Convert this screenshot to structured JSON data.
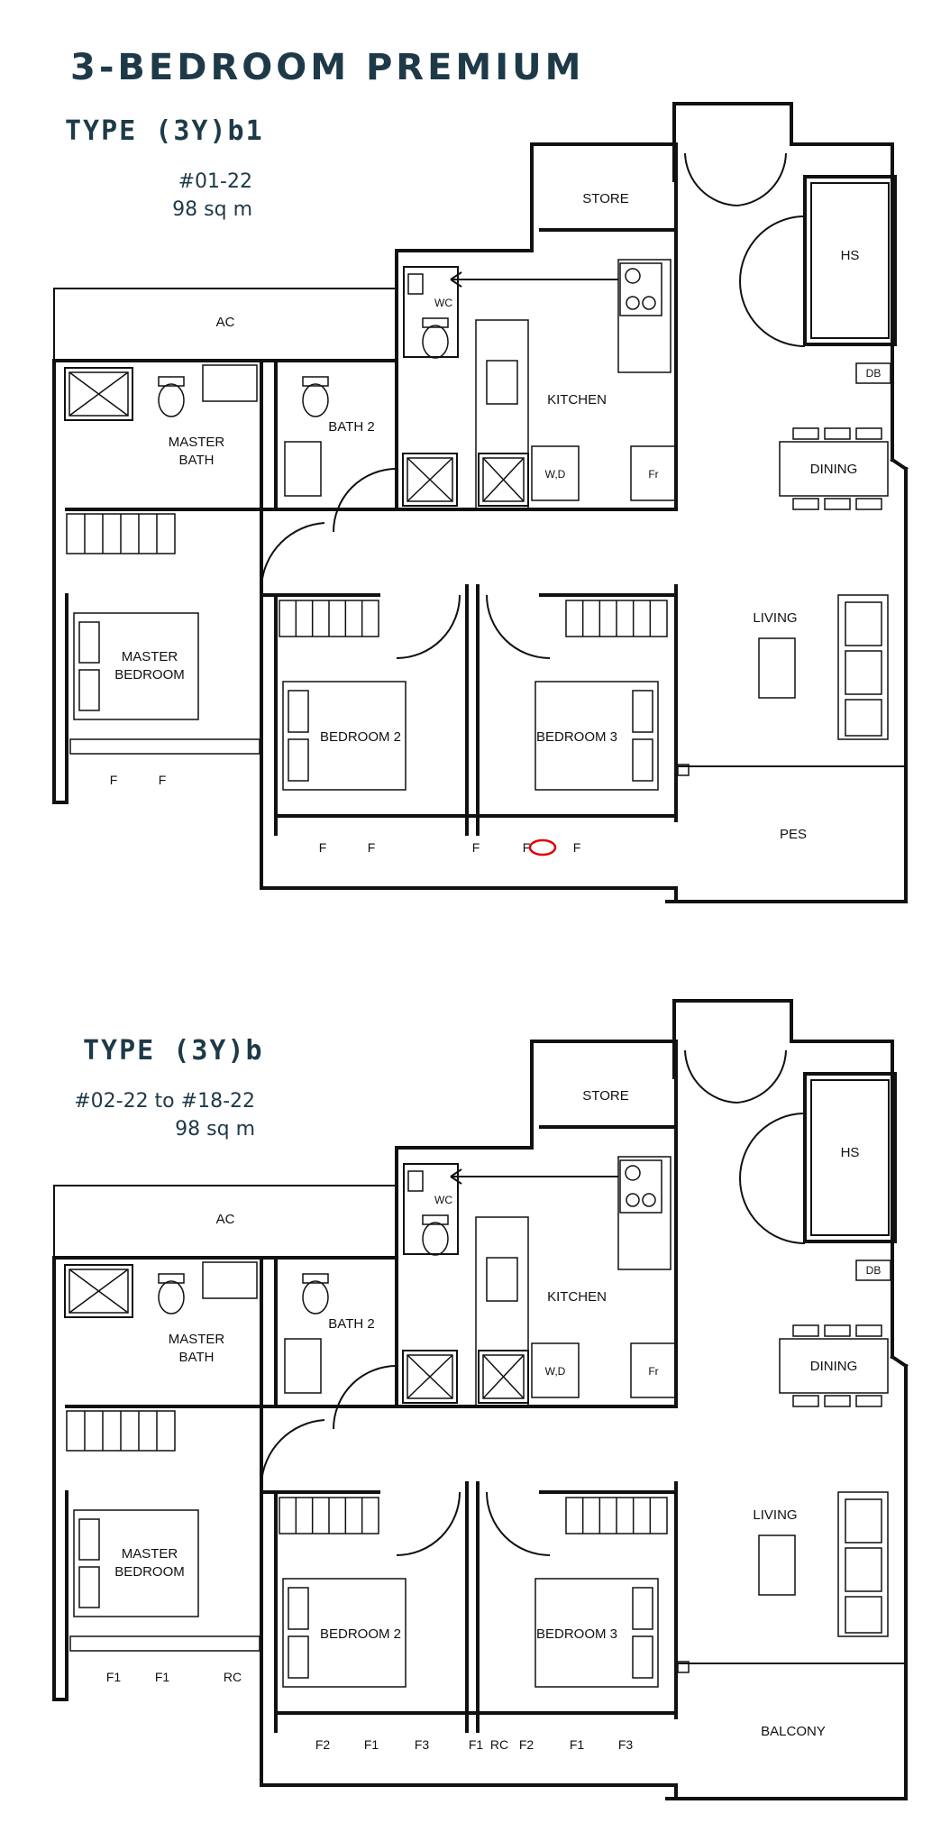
{
  "heading": "3-BEDROOM PREMIUM",
  "plans": [
    {
      "type": "TYPE (3Y)b1",
      "units": "#01-22",
      "area": "98 sq m",
      "rooms": {
        "store": "STORE",
        "hs": "HS",
        "wc": "WC",
        "ac": "AC",
        "kitchen": "KITCHEN",
        "master_bath": "MASTER BATH",
        "bath2": "BATH 2",
        "db": "DB",
        "dining": "DINING",
        "wd": "W,D",
        "fr": "Fr",
        "living": "LIVING",
        "master_bedroom": "MASTER BEDROOM",
        "bedroom2": "BEDROOM 2",
        "bedroom3": "BEDROOM 3",
        "outdoor": "PES"
      },
      "marks_master": [
        "F",
        "F"
      ],
      "marks_bedroom": [
        "F",
        "F",
        "F",
        "F",
        "F"
      ]
    },
    {
      "type": "TYPE (3Y)b",
      "units": "#02-22 to #18-22",
      "area": "98 sq m",
      "rooms": {
        "store": "STORE",
        "hs": "HS",
        "wc": "WC",
        "ac": "AC",
        "kitchen": "KITCHEN",
        "master_bath": "MASTER BATH",
        "bath2": "BATH 2",
        "db": "DB",
        "dining": "DINING",
        "wd": "W,D",
        "fr": "Fr",
        "living": "LIVING",
        "master_bedroom": "MASTER BEDROOM",
        "bedroom2": "BEDROOM 2",
        "bedroom3": "BEDROOM 3",
        "outdoor": "BALCONY"
      },
      "marks_master": [
        "F1",
        "F1",
        "RC"
      ],
      "marks_bedroom": [
        "F2",
        "F1",
        "F3",
        "F1",
        "RC",
        "F2",
        "F1",
        "F3"
      ]
    }
  ],
  "colors": {
    "text": "#1e3a48",
    "hob": "#f5e400",
    "basin": "#2ec8e8",
    "arrow": "#e00000",
    "highlight": "#e00000"
  }
}
